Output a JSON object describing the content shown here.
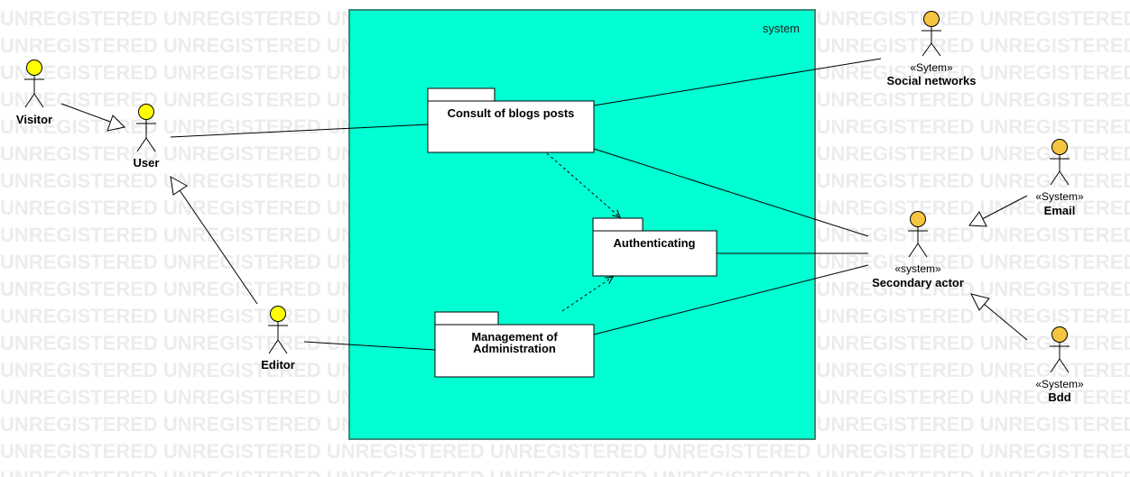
{
  "watermark_text": "UNREGISTERED",
  "colors": {
    "system_fill": "#00ffd2",
    "actor_fill": "#ffff00",
    "actor_fill_secondary": "#f5c542"
  },
  "system": {
    "label": "system"
  },
  "use_cases": {
    "consult": "Consult of blogs posts",
    "authenticating": "Authenticating",
    "management_line1": "Management of",
    "management_line2": "Administration"
  },
  "actors": {
    "visitor": {
      "name": "Visitor"
    },
    "user": {
      "name": "User"
    },
    "editor": {
      "name": "Editor"
    },
    "social": {
      "stereotype": "«Sytem»",
      "name": "Social networks"
    },
    "email": {
      "stereotype": "«System»",
      "name": "Email"
    },
    "secondary": {
      "stereotype": "«system»",
      "name": "Secondary actor"
    },
    "bdd": {
      "stereotype": "«System»",
      "name": "Bdd"
    }
  }
}
